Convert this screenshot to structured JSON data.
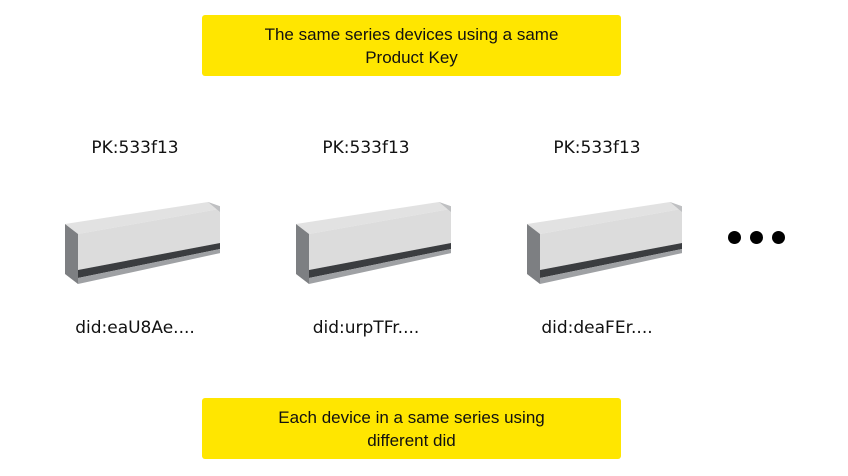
{
  "top_banner": {
    "line1": "The same series devices using a same",
    "line2": "Product Key"
  },
  "devices": [
    {
      "pk": "PK:533f13",
      "did": "did:eaU8Ae...."
    },
    {
      "pk": "PK:533f13",
      "did": "did:urpTFr...."
    },
    {
      "pk": "PK:533f13",
      "did": "did:deaFEr...."
    }
  ],
  "bottom_banner": {
    "line1": "Each device in a same series using",
    "line2": "different did"
  },
  "colors": {
    "banner": "#ffe600",
    "device_body": "#d9d9d9",
    "device_frame": "#7f8184"
  },
  "icons": {
    "device": "air-conditioner-unit-icon",
    "more": "ellipsis-icon"
  }
}
